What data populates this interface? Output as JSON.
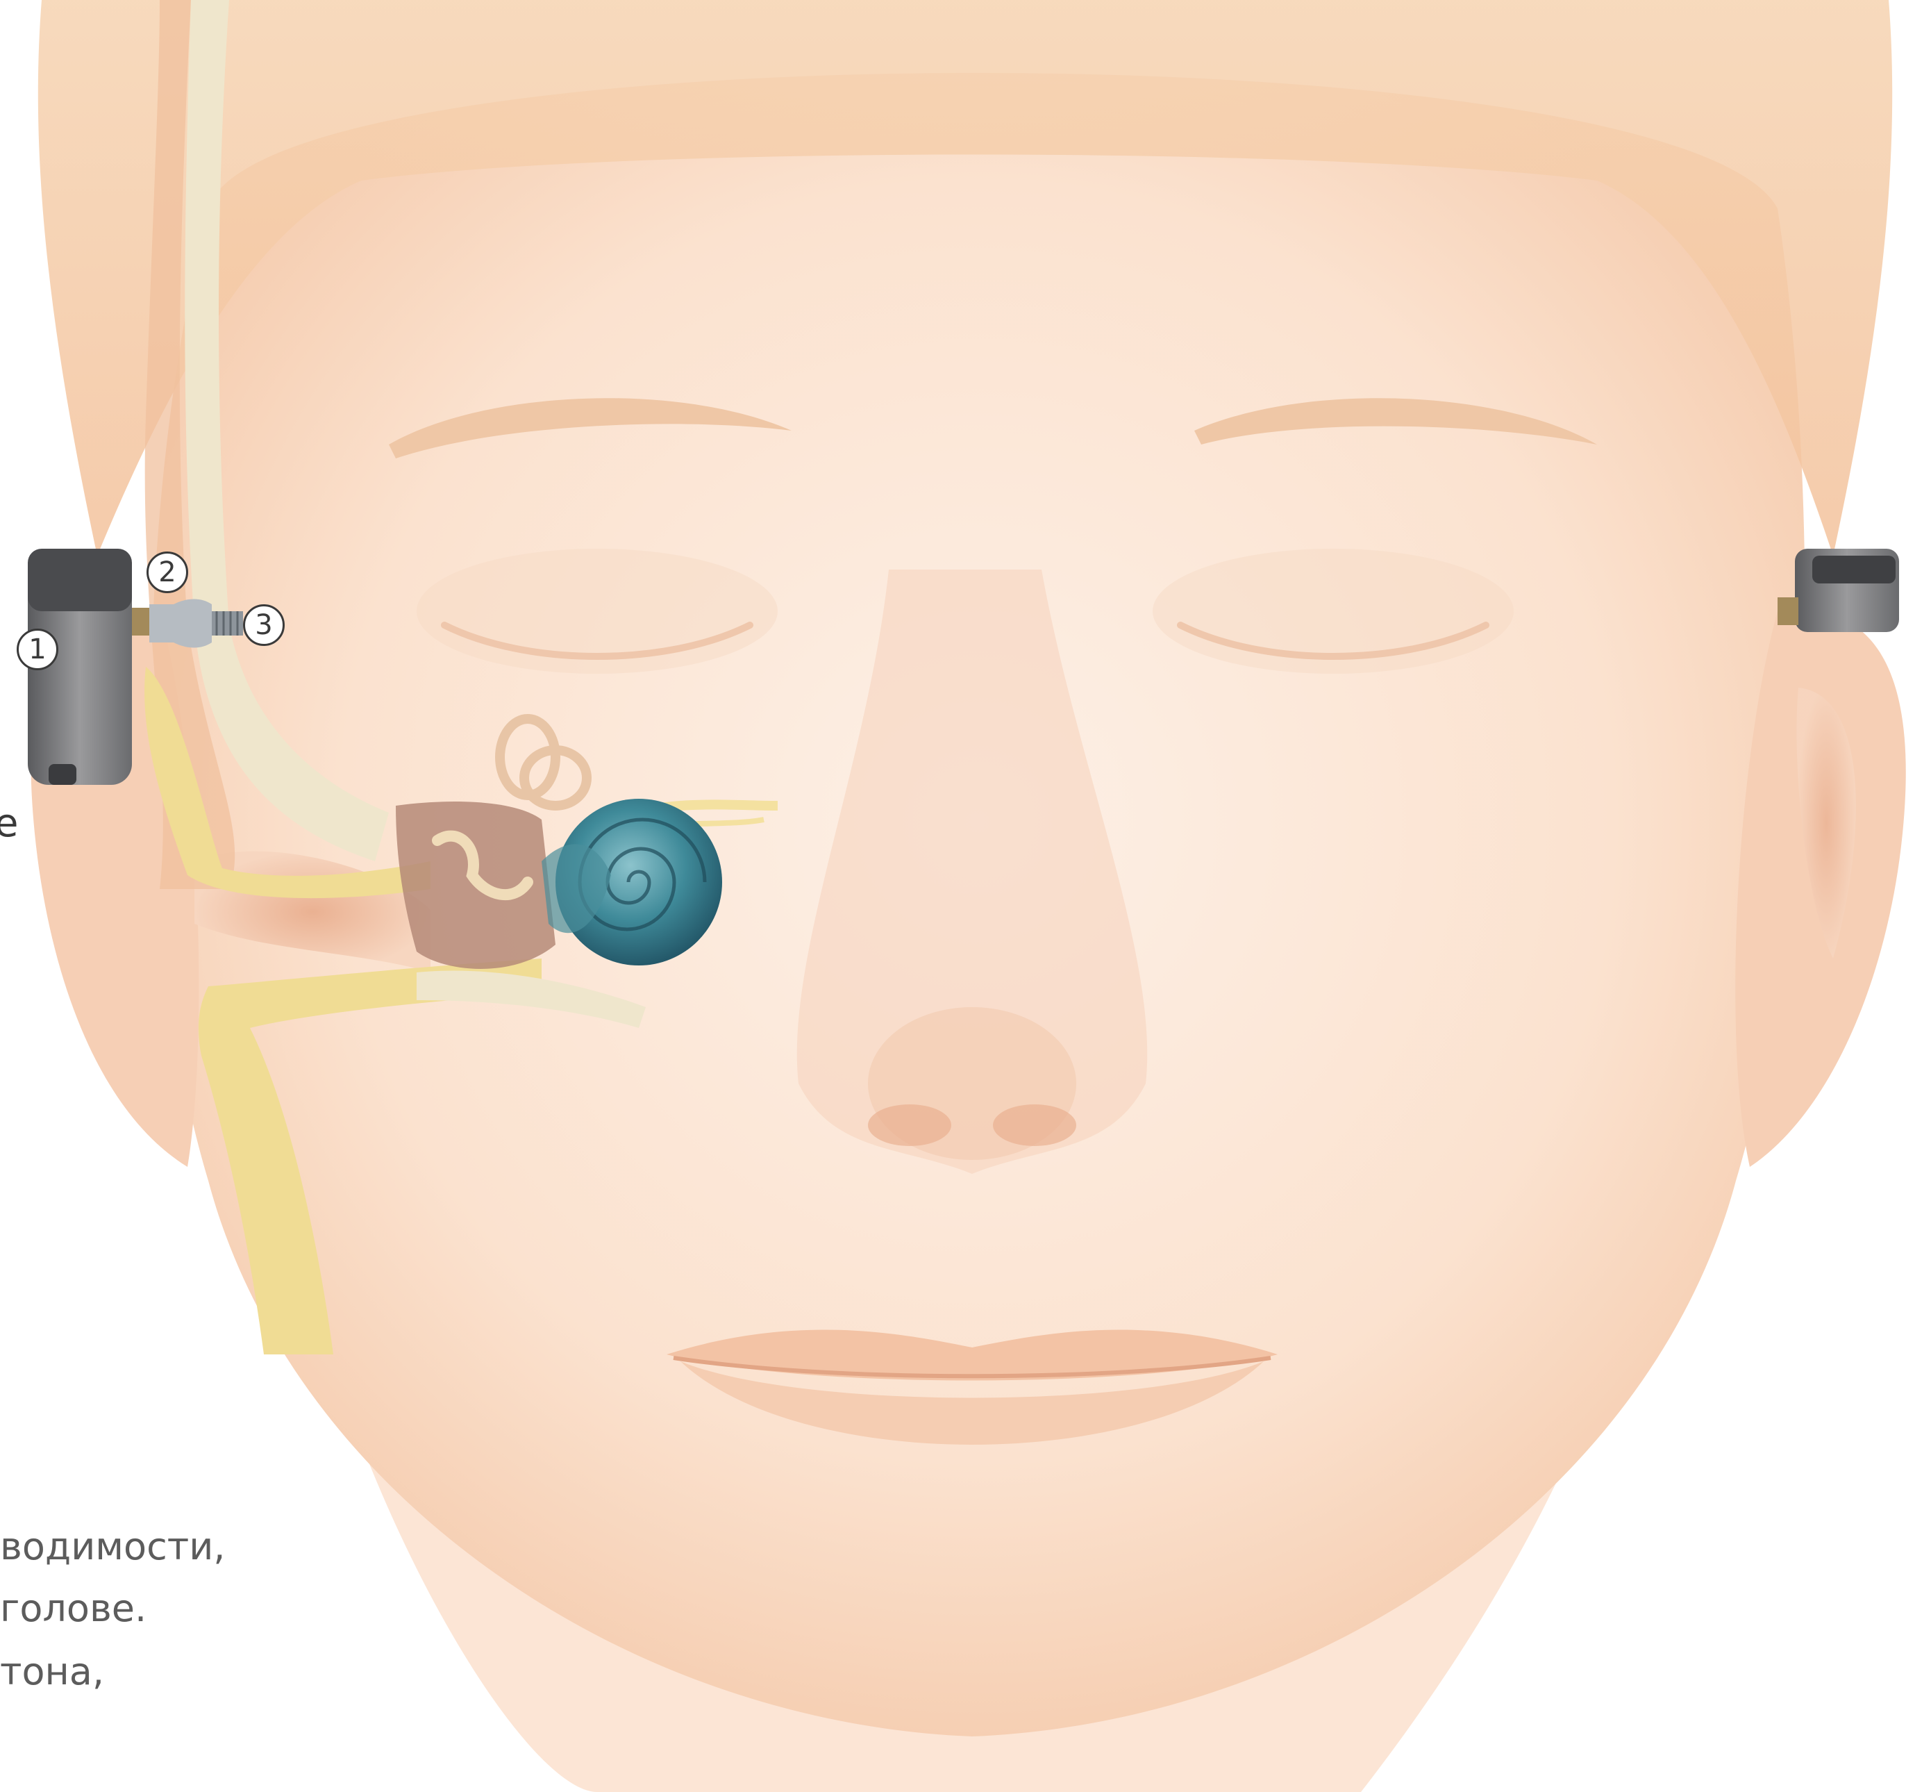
{
  "callouts": {
    "one": "1",
    "two": "2",
    "three": "3"
  },
  "left_text_fragment": "e",
  "caption_lines": [
    "водимости,",
    "голове.",
    "тона,"
  ],
  "colors": {
    "skin": "#fbe3d2",
    "skin_shadow": "#f2c3a3",
    "hair": "#f0c49e",
    "bone": "#efe6cc",
    "tissue": "#f0dc94",
    "cochlea": "#3f8a99",
    "device": "#7e7e80",
    "text": "#5c5c5c"
  }
}
